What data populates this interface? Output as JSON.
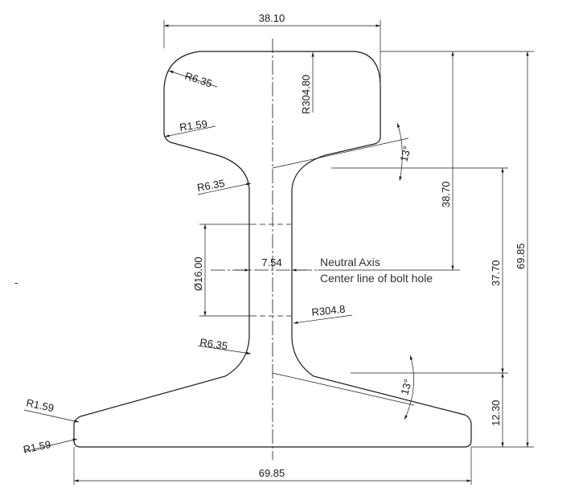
{
  "dimensions": {
    "head_width": "38.10",
    "crown_radius": "R304.80",
    "head_corner_radius": "R6.35",
    "head_fillet_radius": "R1.59",
    "upper_web_fillet": "R6.35",
    "head_angle": "13°",
    "height_to_neutral_from_top": "38.70",
    "overall_height": "69.85",
    "hole_diameter": "Ø16.00",
    "web_thickness": "7.54",
    "web_radius": "R304.8",
    "neutral_axis_height": "37.70",
    "lower_web_fillet": "R6.35",
    "base_angle": "13°",
    "base_toe_height": "12.30",
    "base_fillet_top": "R1.59",
    "base_fillet_bottom": "R1.59",
    "base_width": "69.85"
  },
  "notes": {
    "neutral_axis": "Neutral Axis",
    "bolt_hole_centerline": "Center line of bolt hole"
  },
  "stray_mark": "-"
}
